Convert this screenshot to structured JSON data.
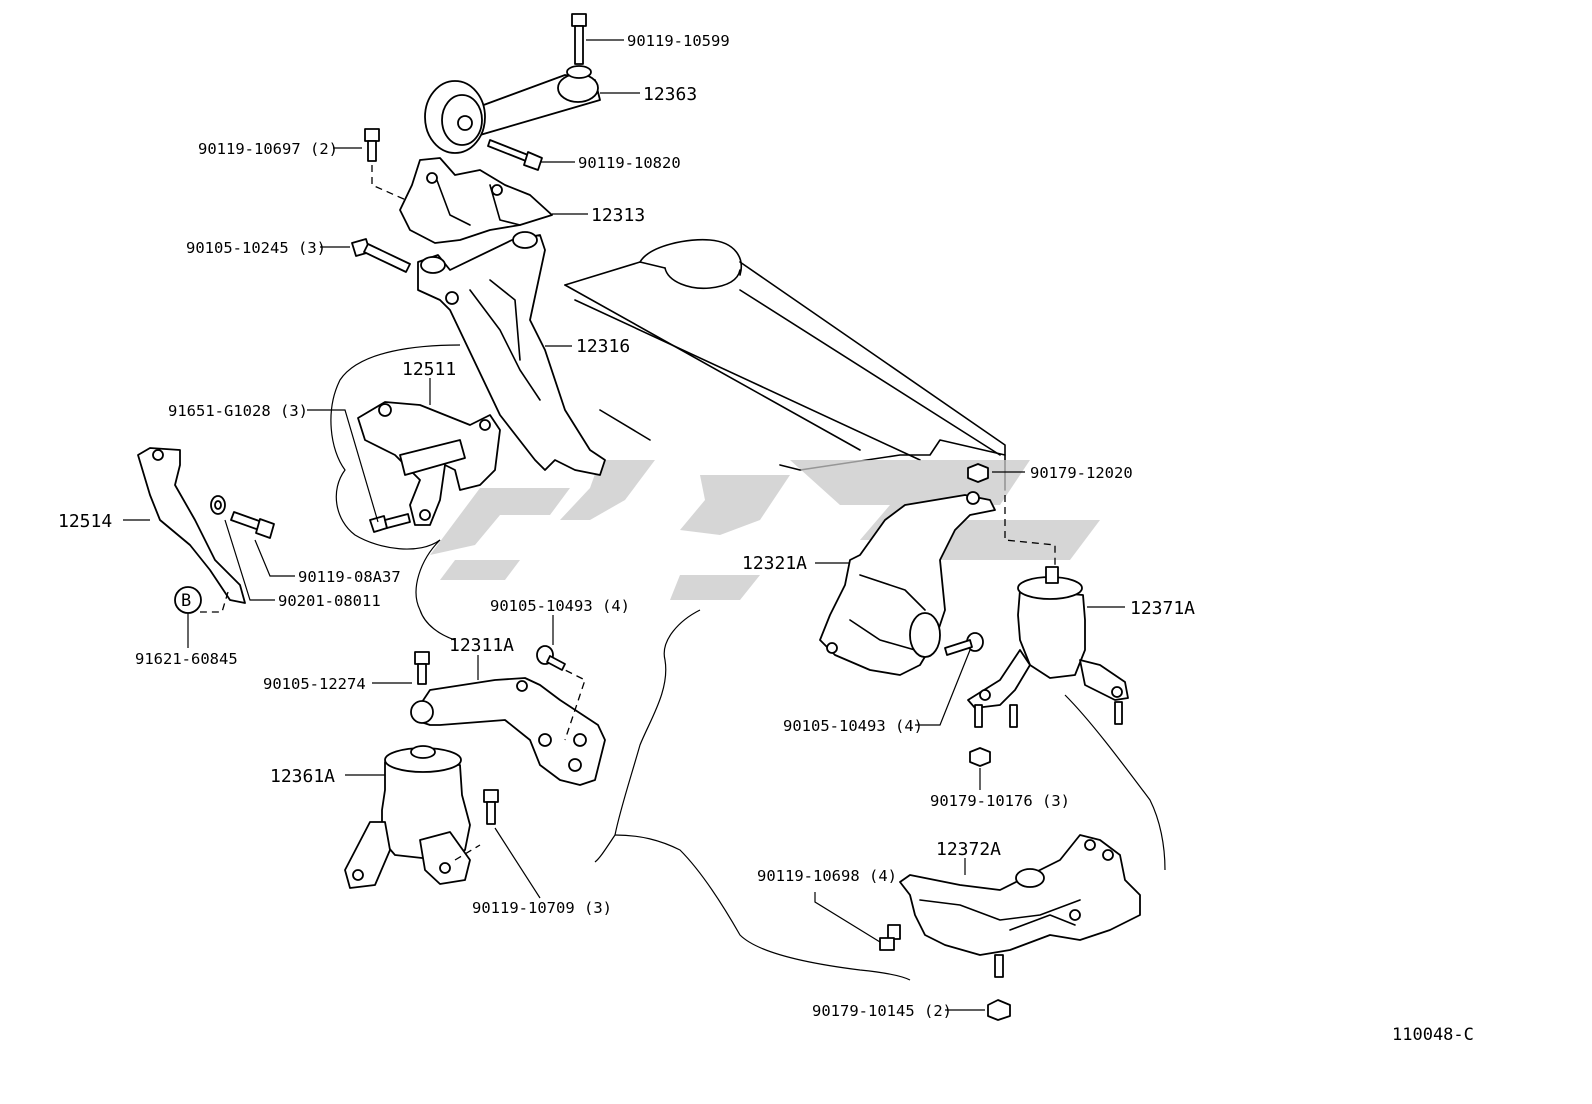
{
  "diagram_id": "110048-C",
  "callouts": {
    "c_90119_10599": "90119-10599",
    "c_12363": "12363",
    "c_90119_10697": "90119-10697 (2)",
    "c_90119_10820": "90119-10820",
    "c_12313": "12313",
    "c_90105_10245": "90105-10245 (3)",
    "c_12316": "12316",
    "c_12511": "12511",
    "c_91651_g1028": "91651-G1028 (3)",
    "c_12514": "12514",
    "c_90119_08a37": "90119-08A37",
    "c_90201_08011": "90201-08011",
    "c_b_marker": "B",
    "c_91621_60845": "91621-60845",
    "c_90105_10493_a": "90105-10493 (4)",
    "c_12311a": "12311A",
    "c_90105_12274": "90105-12274",
    "c_12361a": "12361A",
    "c_90119_10709": "90119-10709 (3)",
    "c_90179_12020": "90179-12020",
    "c_12321a": "12321A",
    "c_12371a": "12371A",
    "c_90105_10493_b": "90105-10493 (4)",
    "c_90179_10176": "90179-10176 (3)",
    "c_12372a": "12372A",
    "c_90119_10698": "90119-10698 (4)",
    "c_90179_10145": "90179-10145 (2)"
  }
}
